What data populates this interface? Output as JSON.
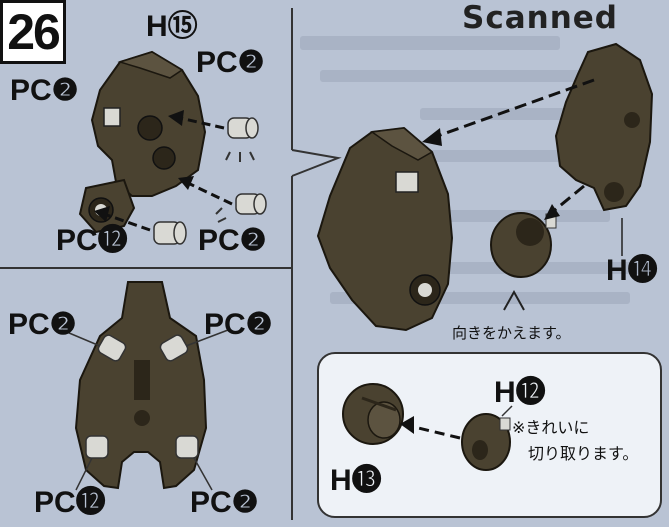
{
  "step_number": "26",
  "watermark": "Scanned",
  "labels": {
    "h15": "H⑮",
    "pc2_top_left": "PC❷",
    "pc2_top_right": "PC❷",
    "pc12_left": "PC⓬",
    "pc2_mid": "PC❷",
    "h14": "H⓮",
    "pc2_bottom_left": "PC❷",
    "pc2_bottom_right": "PC❷",
    "pc12_bottom": "PC⓬",
    "pc2_bottom_far_right": "PC❷",
    "h12": "H⓬",
    "h13": "H⓭"
  },
  "notes": {
    "turn_around": "向きをかえます。",
    "clean_cut_line1": "※きれいに",
    "clean_cut_line2": "切り取ります。"
  },
  "colors": {
    "background": "#b9c3d4",
    "part_brown": "#4a4230",
    "part_dark": "#2c261a",
    "polycap": "#d9d9d4",
    "inset_bg": "#eef2f7"
  }
}
